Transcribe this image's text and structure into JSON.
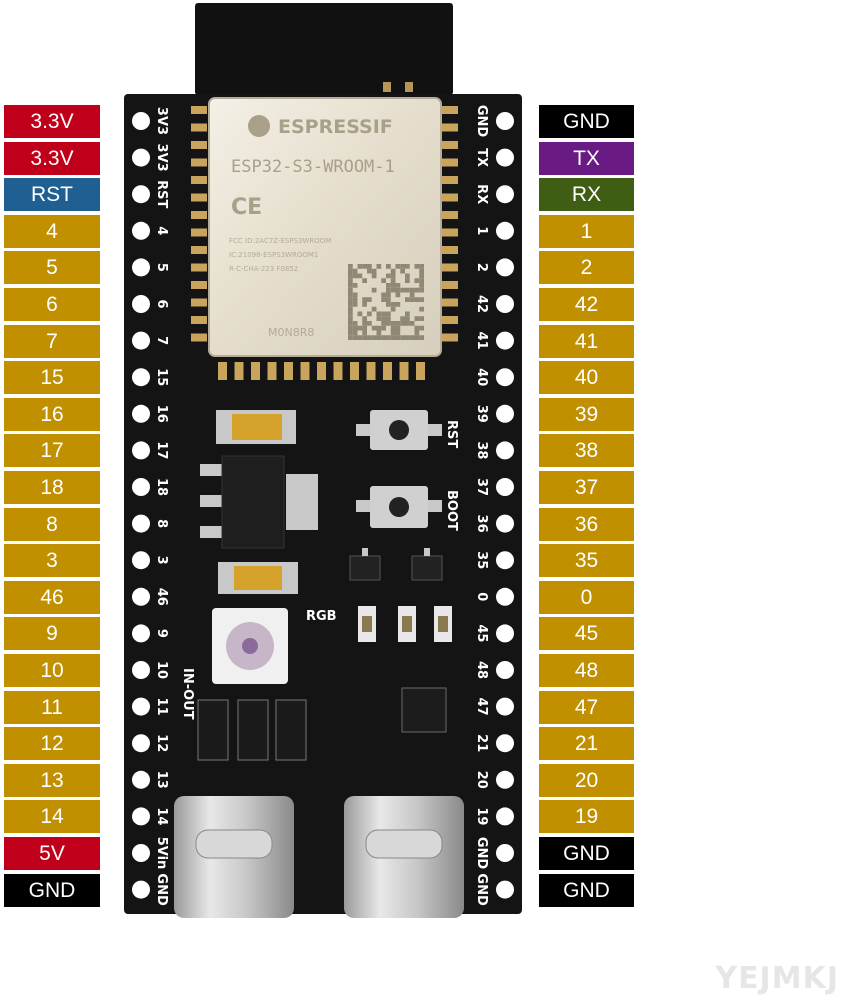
{
  "colors": {
    "power_3v3": "#c0001a",
    "reset": "#1f5f91",
    "gpio": "#c09000",
    "ground": "#000000",
    "tx": "#6a1b83",
    "rx": "#3f5d13",
    "power_5v": "#c0001a"
  },
  "left_pins": [
    {
      "label": "3.3V",
      "type": "power_3v3",
      "silk": "3V3"
    },
    {
      "label": "3.3V",
      "type": "power_3v3",
      "silk": "3V3"
    },
    {
      "label": "RST",
      "type": "reset",
      "silk": "RST"
    },
    {
      "label": "4",
      "type": "gpio",
      "silk": "4"
    },
    {
      "label": "5",
      "type": "gpio",
      "silk": "5"
    },
    {
      "label": "6",
      "type": "gpio",
      "silk": "6"
    },
    {
      "label": "7",
      "type": "gpio",
      "silk": "7"
    },
    {
      "label": "15",
      "type": "gpio",
      "silk": "15"
    },
    {
      "label": "16",
      "type": "gpio",
      "silk": "16"
    },
    {
      "label": "17",
      "type": "gpio",
      "silk": "17"
    },
    {
      "label": "18",
      "type": "gpio",
      "silk": "18"
    },
    {
      "label": "8",
      "type": "gpio",
      "silk": "8"
    },
    {
      "label": "3",
      "type": "gpio",
      "silk": "3"
    },
    {
      "label": "46",
      "type": "gpio",
      "silk": "46"
    },
    {
      "label": "9",
      "type": "gpio",
      "silk": "9"
    },
    {
      "label": "10",
      "type": "gpio",
      "silk": "10"
    },
    {
      "label": "11",
      "type": "gpio",
      "silk": "11"
    },
    {
      "label": "12",
      "type": "gpio",
      "silk": "12"
    },
    {
      "label": "13",
      "type": "gpio",
      "silk": "13"
    },
    {
      "label": "14",
      "type": "gpio",
      "silk": "14"
    },
    {
      "label": "5V",
      "type": "power_5v",
      "silk": "5Vin"
    },
    {
      "label": "GND",
      "type": "ground",
      "silk": "GND"
    }
  ],
  "right_pins": [
    {
      "label": "GND",
      "type": "ground",
      "silk": "GND"
    },
    {
      "label": "TX",
      "type": "tx",
      "silk": "TX"
    },
    {
      "label": "RX",
      "type": "rx",
      "silk": "RX"
    },
    {
      "label": "1",
      "type": "gpio",
      "silk": "1"
    },
    {
      "label": "2",
      "type": "gpio",
      "silk": "2"
    },
    {
      "label": "42",
      "type": "gpio",
      "silk": "42"
    },
    {
      "label": "41",
      "type": "gpio",
      "silk": "41"
    },
    {
      "label": "40",
      "type": "gpio",
      "silk": "40"
    },
    {
      "label": "39",
      "type": "gpio",
      "silk": "39"
    },
    {
      "label": "38",
      "type": "gpio",
      "silk": "38"
    },
    {
      "label": "37",
      "type": "gpio",
      "silk": "37"
    },
    {
      "label": "36",
      "type": "gpio",
      "silk": "36"
    },
    {
      "label": "35",
      "type": "gpio",
      "silk": "35"
    },
    {
      "label": "0",
      "type": "gpio",
      "silk": "0"
    },
    {
      "label": "45",
      "type": "gpio",
      "silk": "45"
    },
    {
      "label": "48",
      "type": "gpio",
      "silk": "48"
    },
    {
      "label": "47",
      "type": "gpio",
      "silk": "47"
    },
    {
      "label": "21",
      "type": "gpio",
      "silk": "21"
    },
    {
      "label": "20",
      "type": "gpio",
      "silk": "20"
    },
    {
      "label": "19",
      "type": "gpio",
      "silk": "19"
    },
    {
      "label": "GND",
      "type": "ground",
      "silk": "GND"
    },
    {
      "label": "GND",
      "type": "ground",
      "silk": "GND"
    }
  ],
  "module": {
    "brand": "ESPRESSIF",
    "model": "ESP32-S3-WROOM-1",
    "ce_mark": "CE",
    "line1": "FCC ID:2AC7Z-ESPS3WROOM",
    "line2": "IC:21098-ESPS3WROOM1",
    "line3": "R-C-CHA-223 F0852",
    "batch": "M0N8R8"
  },
  "board_text": {
    "rst_button": "RST",
    "boot_button": "BOOT",
    "rgb_label": "RGB",
    "in_out_label": "IN-OUT"
  },
  "watermark": "YEJMKJ"
}
